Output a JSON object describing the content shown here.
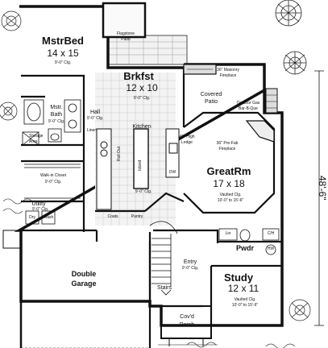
{
  "rooms": {
    "mstrbed": {
      "name": "MstrBed",
      "size": "14 x 15",
      "clg": "9'-0\" Clg."
    },
    "flagstone": {
      "line1": "Flagstone",
      "line2": "Patio"
    },
    "brkfst": {
      "name": "Brkfst",
      "size": "12 x 10",
      "clg": "9'-0\" Clg."
    },
    "fireplace_outdoor": {
      "line1": "36\" Masonry",
      "line2": "Fireplace"
    },
    "covered_patio": {
      "line1": "Covered",
      "line2": "Patio"
    },
    "outdoor_gas": {
      "line1": "Outdoor Gas",
      "line2": "Bar-B-Que"
    },
    "mstr_bath": {
      "line1": "Mstr.",
      "line2": "Bath",
      "clg": "9'-0\" Clg."
    },
    "hall": {
      "name": "Hall",
      "clg": "9'-0\" Clg."
    },
    "linen": "Linen",
    "kitchen": "Kitchen",
    "ledge": {
      "line1": "42\" High",
      "line2": "Ledge"
    },
    "fireplace_prefab": {
      "line1": "36\" Pre-Fab",
      "line2": "Fireplace"
    },
    "storage": {
      "line1": "Storage",
      "line2": "Area"
    },
    "island": "Island",
    "pantry_roll": "Roll Out",
    "dw": "DW",
    "walkin": {
      "line1": "Walk-in Closet",
      "line2": "9'-0\" Clg."
    },
    "greatrm": {
      "name": "GreatRm",
      "size": "17 x 18",
      "clg1": "Vaulted Clg.",
      "clg2": "10'-0\" to 15'-6\""
    },
    "utility": {
      "name": "Utility",
      "clg": "9'-0\" Clg."
    },
    "dry": "Dry",
    "wash": "Wash",
    "coats": "Coats",
    "pantry": "Pantry",
    "lin": "Lin",
    "ch": "C/H",
    "hw": "HW",
    "double_garage": {
      "line1": "Double",
      "line2": "Garage"
    },
    "entry": {
      "name": "Entry",
      "clg": "9'-0\" Clg."
    },
    "pwdr": "Pwdr",
    "study": {
      "name": "Study",
      "size": "12 x 11",
      "clg1": "Vaulted Clg.",
      "clg2": "10'-0\" to 15'-6\""
    },
    "stairs": "Stairs",
    "porch": {
      "line1": "Cov'd",
      "line2": "Porch"
    },
    "kitchen_clg": "9'-0\" Clg."
  },
  "dimension": "48'-6\""
}
